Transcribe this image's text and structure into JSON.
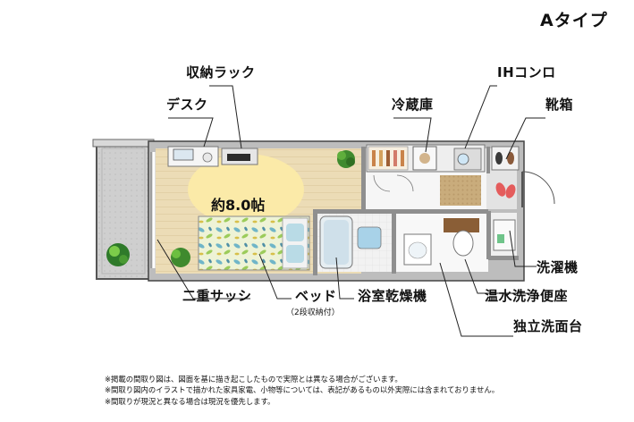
{
  "plan": {
    "type_title": "Aタイプ",
    "area_label": "約8.0帖"
  },
  "labels": {
    "storage_rack": "収納ラック",
    "desk": "デスク",
    "fridge": "冷蔵庫",
    "ih_stove": "IHコンロ",
    "shoe_box": "靴箱",
    "washing_machine": "洗濯機",
    "washlet_toilet": "温水洗浄便座",
    "vanity": "独立洗面台",
    "bathroom_dryer": "浴室乾燥機",
    "bed": "ベッド",
    "bed_note": "（2段収納付）",
    "double_sash": "二重サッシ"
  },
  "notes": [
    "※掲載の間取り図は、図面を基に描き起こしたもので実際とは異なる場合がございます。",
    "※間取り図内のイラストで描かれた家具家電、小物等については、表記があるもの以外実際には含まれておりません。",
    "※間取りが現況と異なる場合は現況を優先します。"
  ]
}
